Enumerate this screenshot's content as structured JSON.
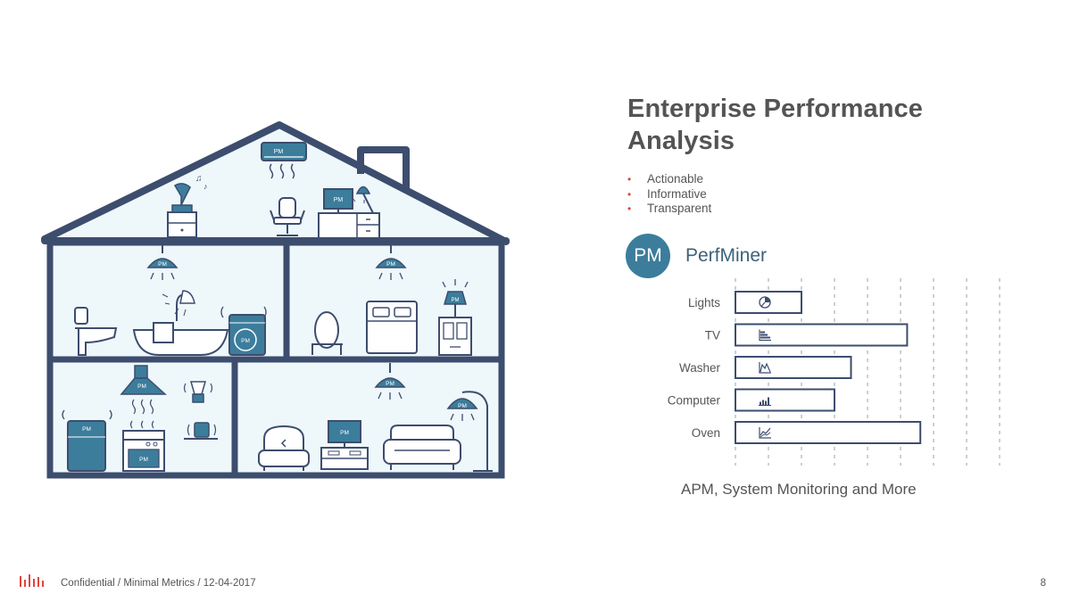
{
  "slide": {
    "title": "Enterprise Performance Analysis",
    "bullets": [
      "Actionable",
      "Informative",
      "Transparent"
    ],
    "bullet_color": "#e0463b",
    "brand": {
      "badge": "PM",
      "name": "PerfMiner",
      "color": "#3c7d9c"
    },
    "tagline": "APM, System Monitoring and More",
    "footer": "Confidential / Minimal Metrics / 12-04-2017",
    "page_number": "8"
  },
  "house": {
    "device_label": "PM",
    "outline_color": "#3d4d6e",
    "fill_color": "#eef7fa",
    "device_color": "#3c7d9c"
  },
  "chart_data": {
    "type": "bar",
    "orientation": "horizontal",
    "categories": [
      "Lights",
      "TV",
      "Washer",
      "Computer",
      "Oven"
    ],
    "values": [
      2.0,
      5.2,
      3.5,
      3.0,
      5.6
    ],
    "xlim": [
      0,
      8
    ],
    "grid": true,
    "icons": [
      "pie-chart-icon",
      "horizontal-bar-icon",
      "area-chart-icon",
      "column-chart-icon",
      "line-chart-icon"
    ]
  }
}
